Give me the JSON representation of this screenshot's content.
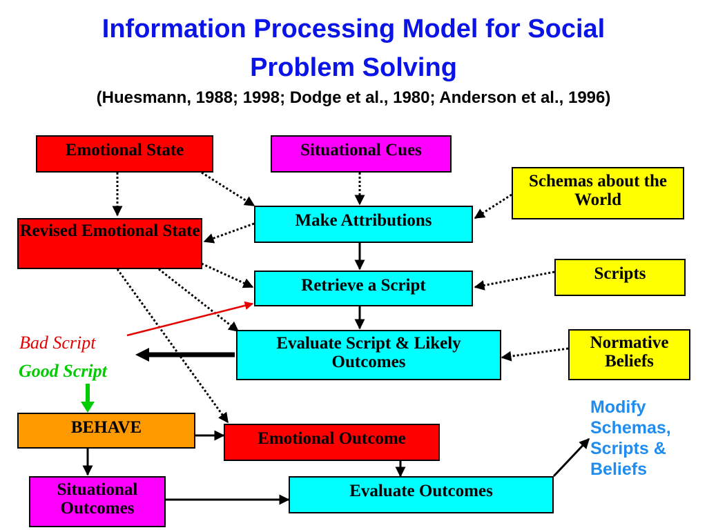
{
  "title_line1": "Information Processing Model for Social",
  "title_line2": "Problem Solving",
  "citation": "(Huesmann, 1988; 1998; Dodge et al., 1980; Anderson et al., 1996)",
  "boxes": {
    "emotional_state": "Emotional State",
    "situational_cues": "Situational Cues",
    "schemas": "Schemas about the World",
    "revised_emotional_state": "Revised Emotional State",
    "make_attributions": "Make Attributions",
    "retrieve_script": "Retrieve a Script",
    "scripts": "Scripts",
    "evaluate_script": "Evaluate Script & Likely Outcomes",
    "normative_beliefs": "Normative Beliefs",
    "behave": "BEHAVE",
    "emotional_outcome": "Emotional Outcome",
    "situational_outcomes": "Situational Outcomes",
    "evaluate_outcomes": "Evaluate Outcomes"
  },
  "labels": {
    "bad_script": "Bad Script",
    "good_script": "Good Script",
    "modify": "Modify Schemas, Scripts & Beliefs"
  },
  "colors": {
    "title": "#0a14e6",
    "bad_script": "#e60000",
    "good_script": "#00cc00",
    "modify": "#1e8cf0"
  }
}
